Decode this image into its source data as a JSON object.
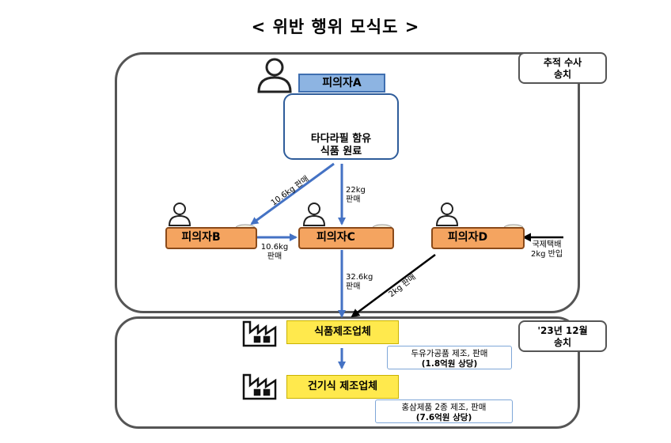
{
  "title": "< 위반 행위 모식도 >",
  "regions": {
    "top_tag": [
      "추적 수사",
      "송치"
    ],
    "bottom_tag": [
      "'23년 12월",
      "송치"
    ]
  },
  "suspects": {
    "a": "피의자A",
    "b": "피의자B",
    "c": "피의자C",
    "d": "피의자D"
  },
  "raw_material": [
    "타다라필 함유",
    "식품 원료"
  ],
  "edges": {
    "a_to_b": "10.6kg 판매",
    "a_to_c": [
      "22kg",
      "판매"
    ],
    "b_to_c": [
      "10.6kg",
      "판매"
    ],
    "c_to_factory": [
      "32.6kg",
      "판매"
    ],
    "d_to_factory": "2kg 판매",
    "into_d": [
      "국제택배",
      "2kg 반입"
    ]
  },
  "factories": {
    "food": "식품제조업체",
    "health": "건기식 제조업체"
  },
  "notes": {
    "food": [
      "두유가공품 제조, 판매",
      "(1.8억원 상당)"
    ],
    "health": [
      "홍삼제품 2종 제조, 판매",
      "(7.6억원 상당)"
    ]
  },
  "colors": {
    "blue_arrow": "#4472c4",
    "black_arrow": "#000000",
    "suspect_fill": "#f4a460",
    "factory_fill": "#ffe94d",
    "label_blue": "#8db4e2"
  }
}
